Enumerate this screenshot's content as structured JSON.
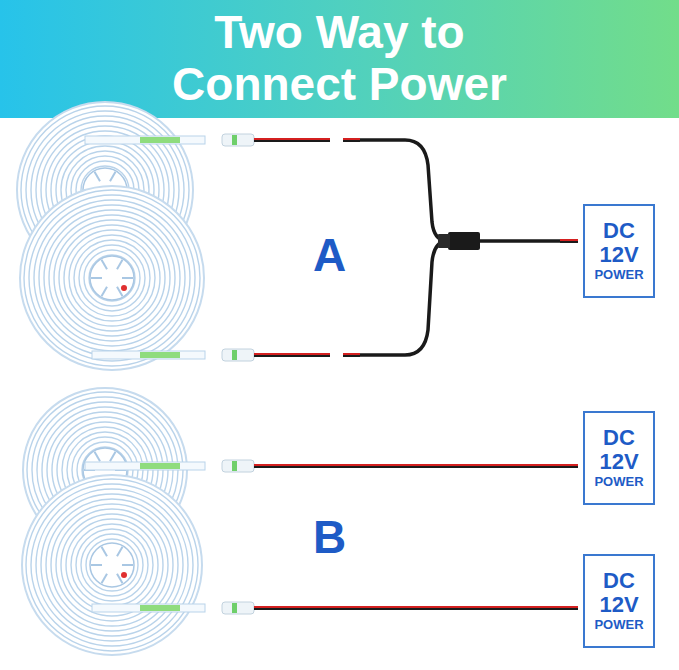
{
  "diagram": {
    "title": "Two Way to Connect Power",
    "nodes": [
      {
        "text": [
          "DC 12V POWER"
        ]
      },
      {
        "text": [
          "DC 12V POWER"
        ]
      },
      {
        "text": [
          "DC 12V POWER"
        ]
      }
    ],
    "labels": [
      "A",
      "B"
    ]
  }
}
